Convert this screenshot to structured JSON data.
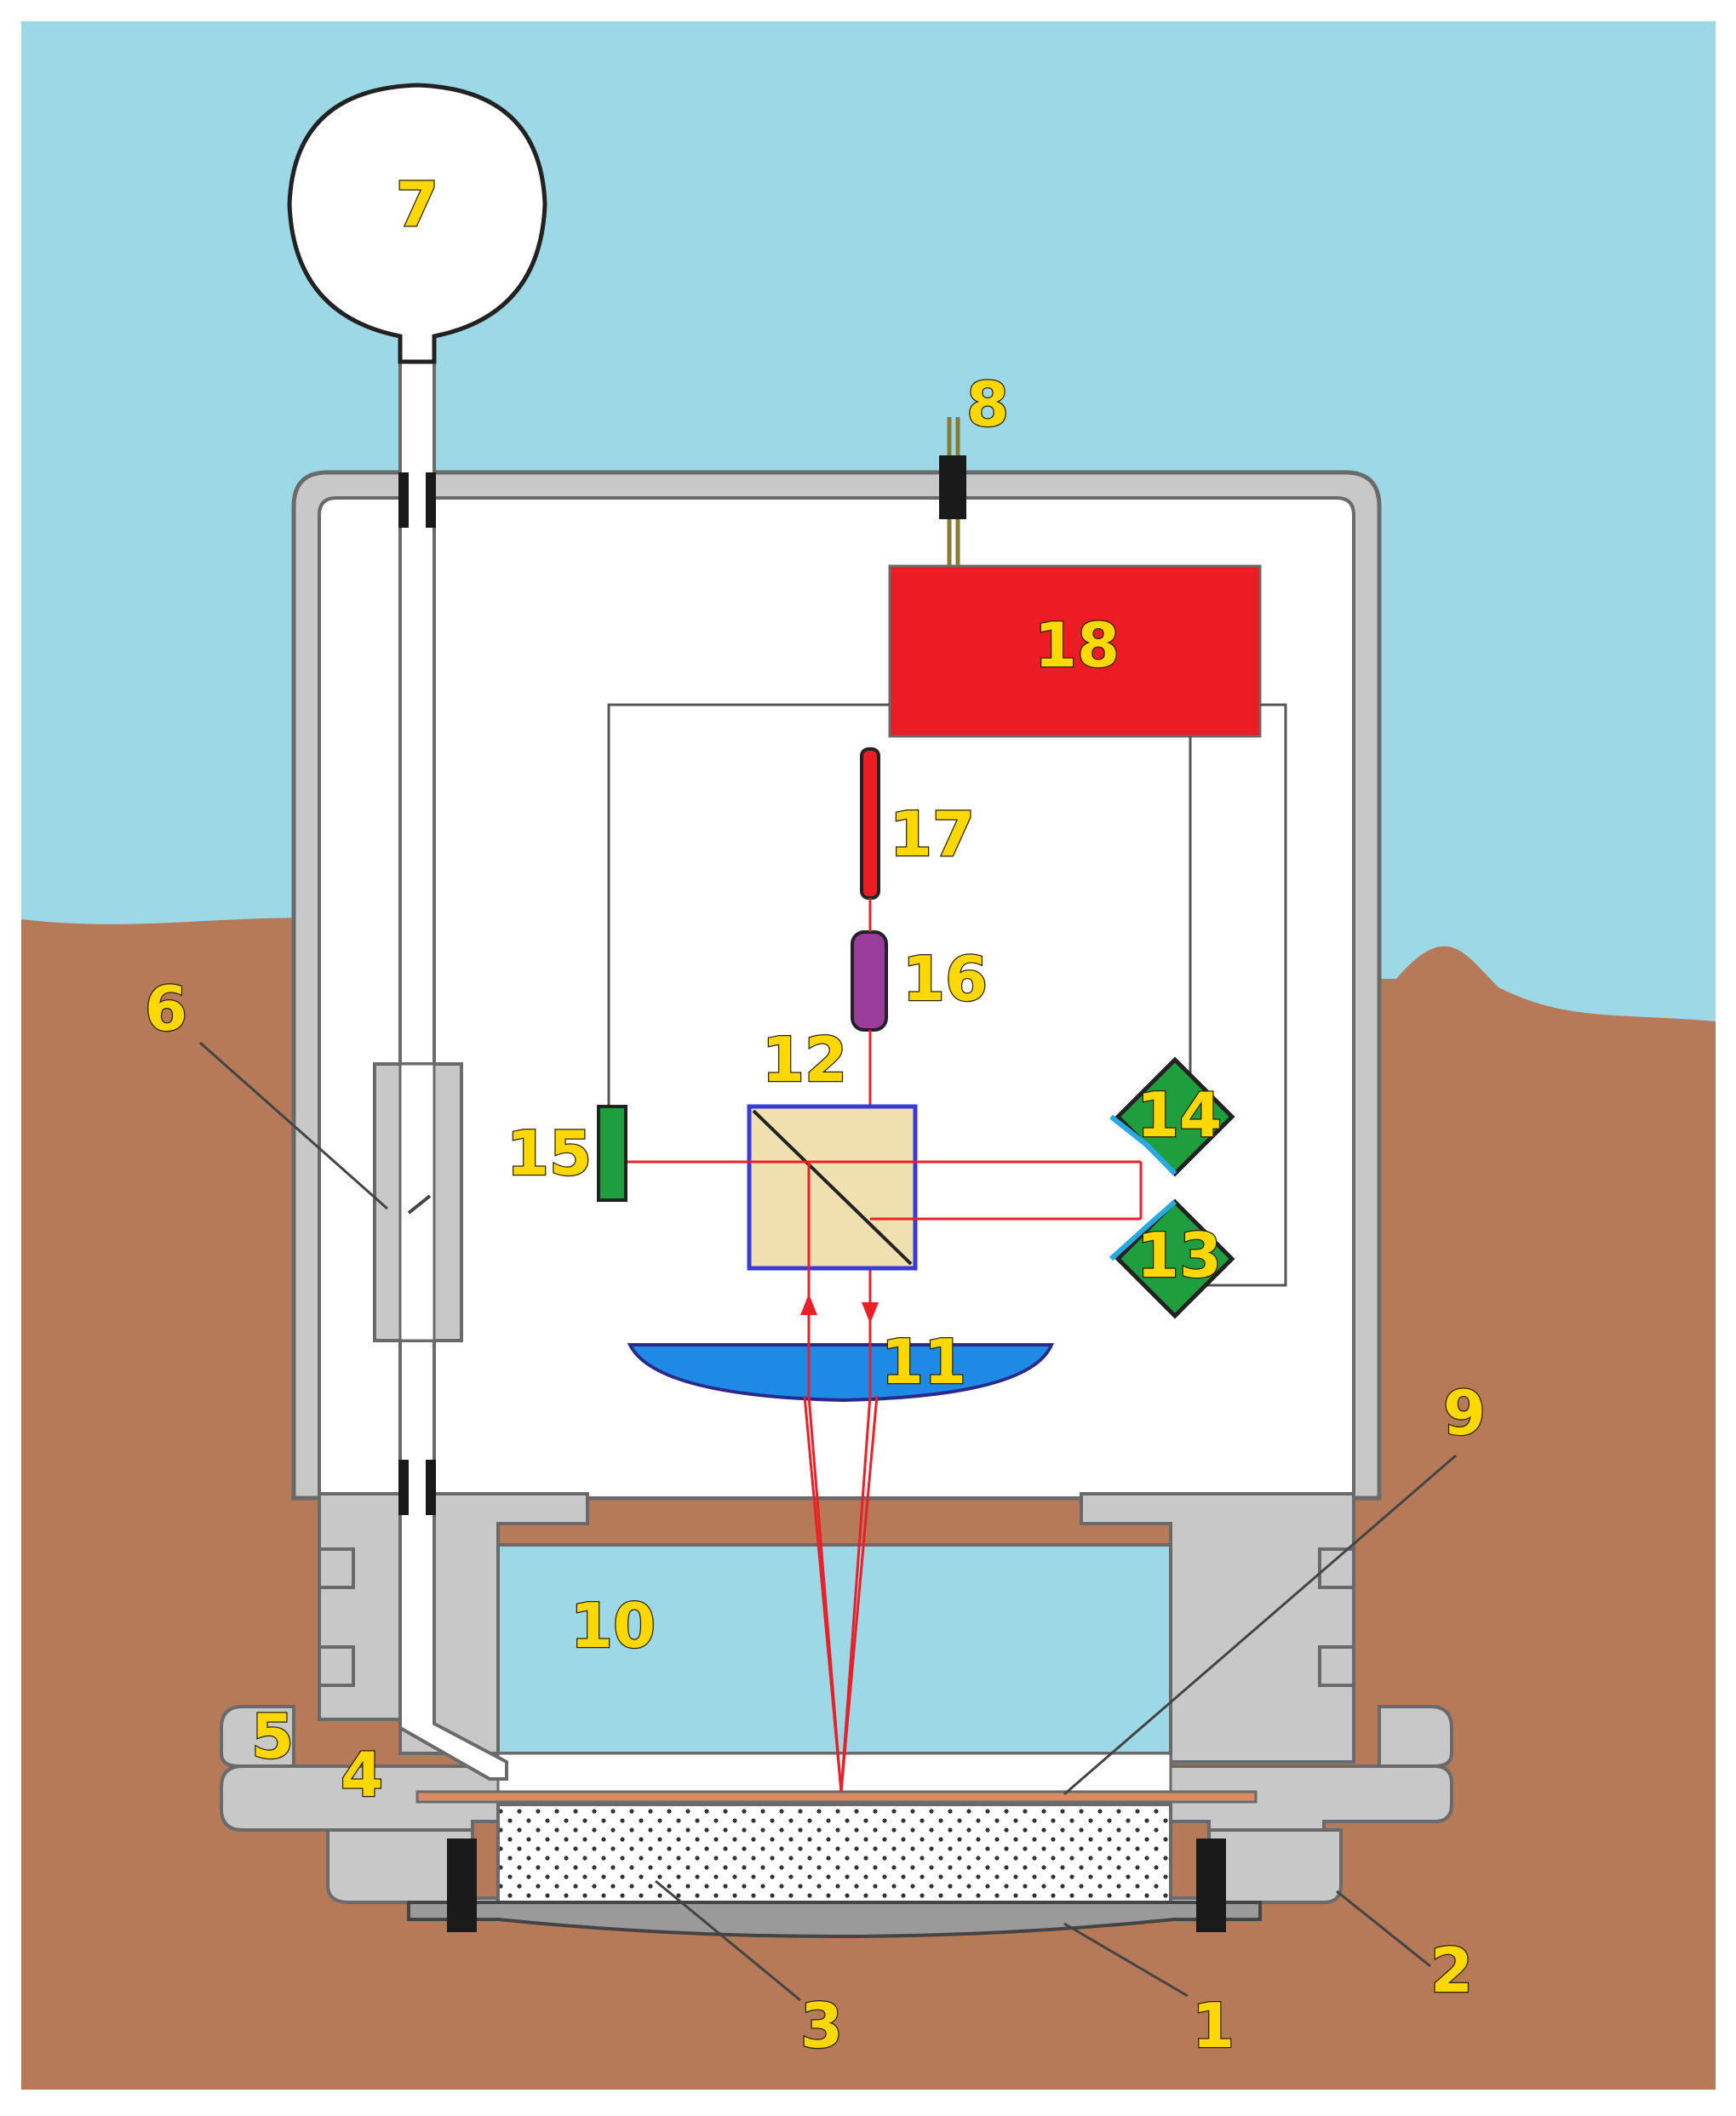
{
  "colors": {
    "sky": "#9dd8e6",
    "ground": "#b77a58",
    "housing": "#c8c8c8",
    "housing_outline": "#6a6a6a",
    "electronics": "#ec1c24",
    "beam": "#e8202a",
    "detector": "#1e9e3c",
    "beam_splitter": "#f0e0b0",
    "beam_splitter_outline": "#3a3ad8",
    "lens": "#1f8ae6",
    "filter_16": "#9a3d9a",
    "window_10": "#9dd8e6",
    "label": "#ffd800"
  },
  "labels": {
    "l1": "1",
    "l2": "2",
    "l3": "3",
    "l4": "4",
    "l5": "5",
    "l6": "6",
    "l7": "7",
    "l8": "8",
    "l9": "9",
    "l10": "10",
    "l11": "11",
    "l12": "12",
    "l13": "13",
    "l14": "14",
    "l15": "15",
    "l16": "16",
    "l17": "17",
    "l18": "18"
  }
}
